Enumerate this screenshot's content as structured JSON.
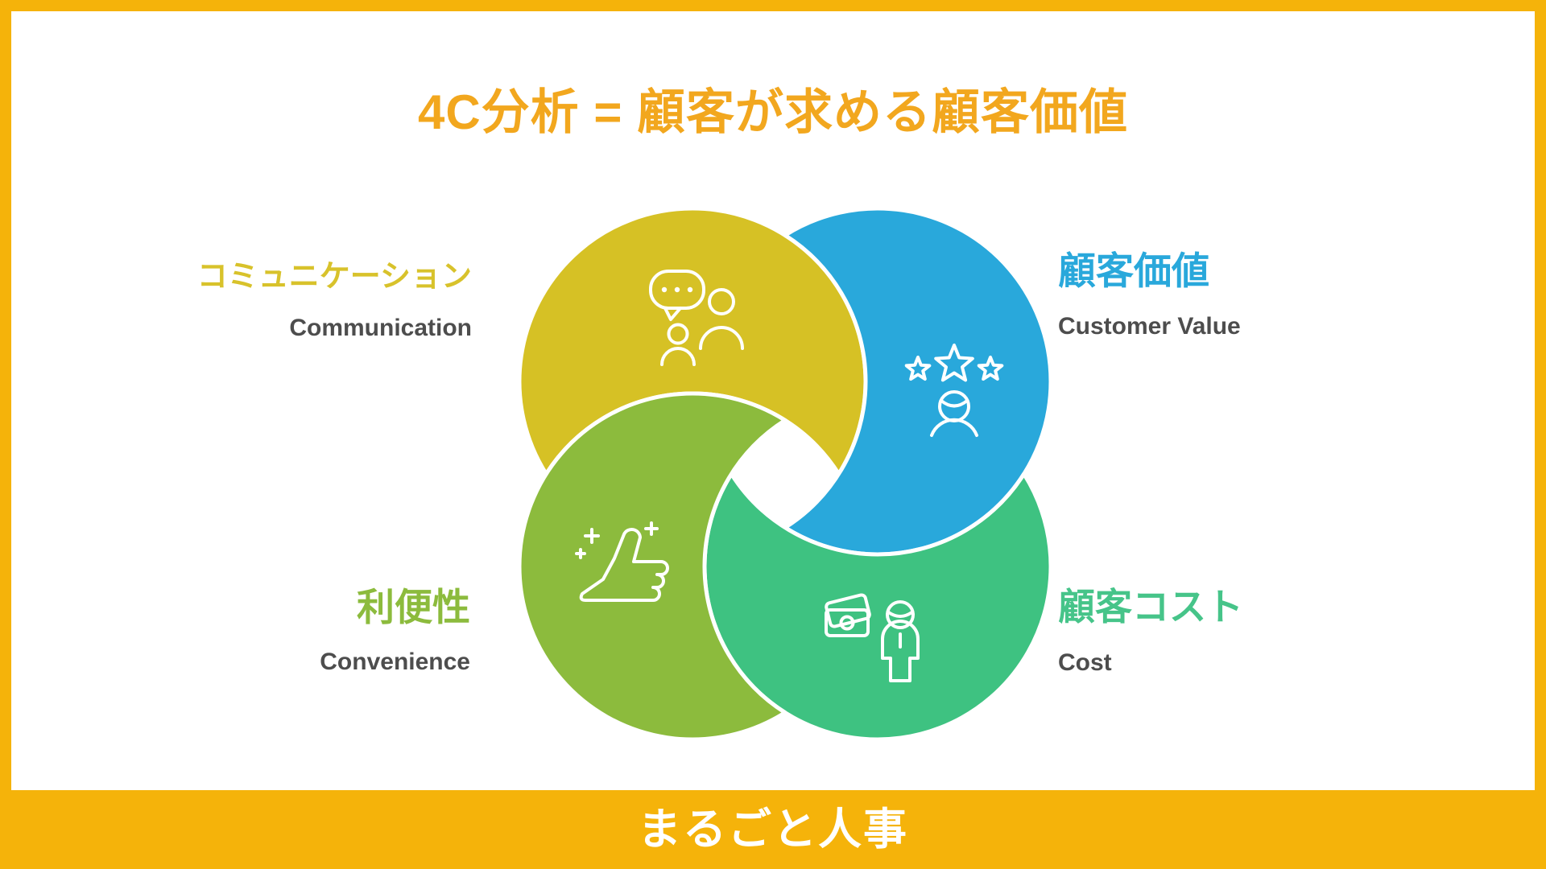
{
  "title": "4C分析 = 顧客が求める顧客価値",
  "footer": {
    "brand": "まるごと人事"
  },
  "colors": {
    "frame_orange": "#F5B30A",
    "title_orange": "#F2A71E",
    "circle_communication": "#D6C125",
    "circle_customer_value": "#29A8DB",
    "circle_convenience": "#8CBB3D",
    "circle_cost": "#3EC281",
    "label_communication": "#D8C22B",
    "label_customer_value": "#29A8DB",
    "label_convenience": "#8CBB3D",
    "label_cost": "#46C489",
    "label_en_gray": "#4D4D4D",
    "footer_text": "#FFFFFF"
  },
  "diagram": {
    "type": "interlocking-circles-4c",
    "items": [
      {
        "id": "communication",
        "jp": "コミュニケーション",
        "en": "Communication",
        "icon": "speech-people-icon",
        "position": "top-left"
      },
      {
        "id": "customer-value",
        "jp": "顧客価値",
        "en": "Customer Value",
        "icon": "stars-person-icon",
        "position": "top-right"
      },
      {
        "id": "convenience",
        "jp": "利便性",
        "en": "Convenience",
        "icon": "thumbs-up-icon",
        "position": "bottom-left"
      },
      {
        "id": "cost",
        "jp": "顧客コスト",
        "en": "Cost",
        "icon": "money-person-icon",
        "position": "bottom-right"
      }
    ]
  }
}
